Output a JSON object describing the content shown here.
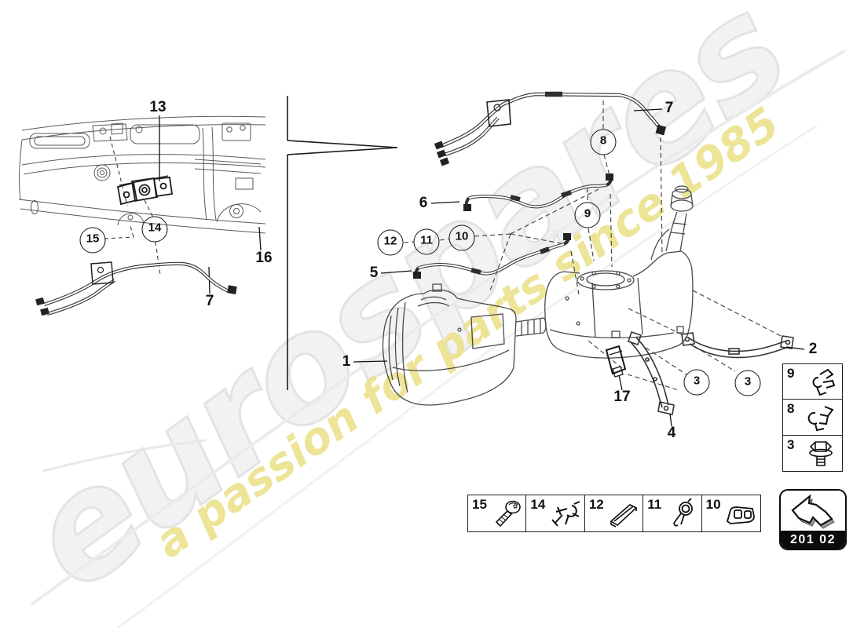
{
  "page": {
    "type": "parts-diagram",
    "background": "#ffffff"
  },
  "watermark": {
    "brand": "eurospares",
    "tagline": "a passion for parts since 1985",
    "brand_color": "#f0f0f0",
    "tagline_color": "#eae086"
  },
  "callouts": {
    "plain": [
      {
        "id": "13",
        "label": "13"
      },
      {
        "id": "16",
        "label": "16"
      },
      {
        "id": "7-inset",
        "label": "7"
      },
      {
        "id": "1",
        "label": "1"
      },
      {
        "id": "2",
        "label": "2"
      },
      {
        "id": "4",
        "label": "4"
      },
      {
        "id": "5",
        "label": "5"
      },
      {
        "id": "6",
        "label": "6"
      },
      {
        "id": "7",
        "label": "7"
      },
      {
        "id": "17",
        "label": "17"
      }
    ],
    "circled": [
      {
        "id": "15",
        "label": "15"
      },
      {
        "id": "14",
        "label": "14"
      },
      {
        "id": "12",
        "label": "12"
      },
      {
        "id": "11",
        "label": "11"
      },
      {
        "id": "10",
        "label": "10"
      },
      {
        "id": "9",
        "label": "9"
      },
      {
        "id": "8",
        "label": "8"
      },
      {
        "id": "3a",
        "label": "3"
      },
      {
        "id": "3b",
        "label": "3"
      }
    ]
  },
  "legend_row": [
    {
      "number": "15",
      "icon": "screw-icon"
    },
    {
      "number": "14",
      "icon": "retaining-clip-icon"
    },
    {
      "number": "12",
      "icon": "bracket-rail-icon"
    },
    {
      "number": "11",
      "icon": "pipe-clamp-icon"
    },
    {
      "number": "10",
      "icon": "double-clip-icon"
    }
  ],
  "side_column": [
    {
      "number": "9",
      "icon": "line-clip-icon"
    },
    {
      "number": "8",
      "icon": "line-clip-icon"
    },
    {
      "number": "3",
      "icon": "hex-bolt-icon"
    }
  ],
  "nav_box": {
    "code": "201 02",
    "icon": "back-arrow-icon"
  }
}
